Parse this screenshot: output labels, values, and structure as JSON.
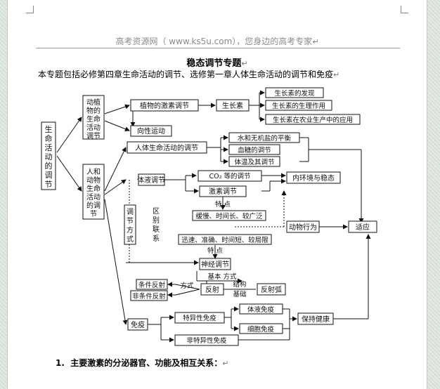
{
  "header": {
    "text": "高考资源网（  www.ks5u.com），您身边的高考专家"
  },
  "title": "稳态调节专题",
  "intro": "本专题包括必修第四章生命活动的调节、选修第一章人体生命活动的调节和免疫",
  "paragraph_mark": "↵",
  "diagram": {
    "root": [
      "生",
      "命",
      "活",
      "动",
      "的",
      "调",
      "节"
    ],
    "plant": [
      "动植",
      "物的",
      "生命",
      "活动",
      "调节"
    ],
    "human": [
      "人和",
      "动物",
      "生命",
      "活动",
      "的调",
      "节"
    ],
    "plant_hormone": "植物的激素调节",
    "auxin": "生长素",
    "discovery": "生长素的发现",
    "physio": "生长素的生理作用",
    "agri": "生长素在农业生产中的应用",
    "tropism": "向性运动",
    "human_reg": "人体生命活动的调节",
    "water": "水和无机盐的平衡",
    "sugar": "血糖的调节",
    "temp": "体温及其调节",
    "fluid": "体液调节",
    "co2": "CO₂ 等的调节",
    "hormone": "激素调节",
    "internal": "内环境与稳态",
    "feature": "特 点",
    "slow": "缓慢、时间长、较广泛",
    "fast": "迅速、准确、时间短、较局限",
    "feature2": "特 点",
    "behavior": "动物行为",
    "adapt": "适应",
    "mode": [
      "调",
      "节",
      "方",
      "式"
    ],
    "diff": [
      "区",
      "别",
      "联",
      "系"
    ],
    "neural": "神经调节",
    "basic": "基本  方式",
    "conditioned": "条件反射",
    "unconditioned": "非条件反射",
    "form": "方式",
    "reflex": "反射",
    "struct": "结构",
    "basis": "基础",
    "arc": "反射弧",
    "immune": "免疫",
    "specific": "特异性免疫",
    "humoral": "体液免疫",
    "cellular": "细胞免疫",
    "health": "保持健康",
    "nonspecific": "非特异性免疫"
  },
  "section": {
    "number": "1.",
    "text": "主要激素的分泌器官、功能及相互关系："
  }
}
